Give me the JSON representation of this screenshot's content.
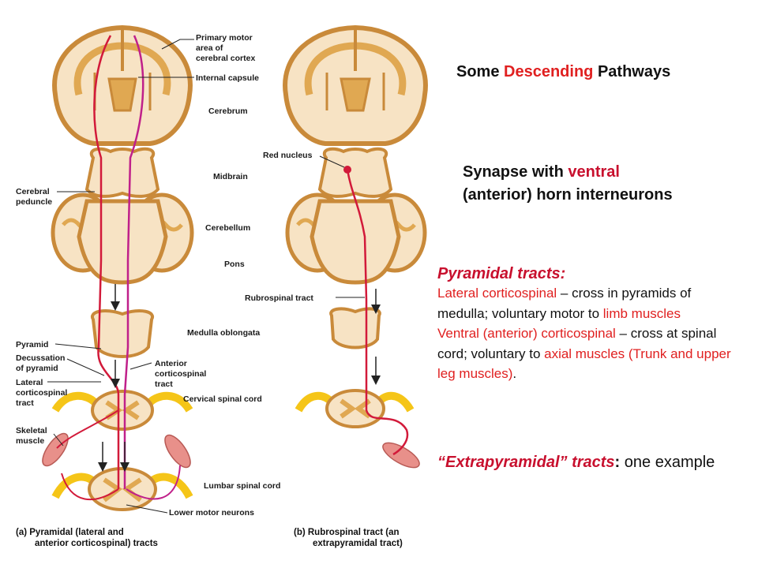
{
  "title": {
    "part1": "Some ",
    "highlight": "Descending",
    "part2": " Pathways"
  },
  "synapse": {
    "line1_prefix": "Synapse with ",
    "line1_highlight": "ventral",
    "line2": "(anterior) horn interneurons"
  },
  "pyramidal": {
    "heading": "Pyramidal tracts:",
    "lateral_name": "Lateral corticospinal",
    "lateral_desc1": " – cross in pyramids of medulla; voluntary motor to ",
    "lateral_target": "limb muscles",
    "ventral_name": "Ventral (anterior) corticospinal",
    "ventral_desc1": " – cross at spinal cord; voluntary to ",
    "ventral_target": "axial muscles (Trunk and upper leg muscles)",
    "ventral_end": "."
  },
  "extrapyramidal": {
    "heading": "“Extrapyramidal” tracts",
    "colon": ":",
    "rest": " one example"
  },
  "labels": {
    "primary_motor": [
      "Primary motor",
      "area of",
      "cerebral cortex"
    ],
    "internal_capsule": "Internal capsule",
    "cerebrum": "Cerebrum",
    "red_nucleus": "Red nucleus",
    "midbrain": "Midbrain",
    "cerebral_peduncle": [
      "Cerebral",
      "peduncle"
    ],
    "cerebellum": "Cerebellum",
    "pons": "Pons",
    "rubrospinal_tract": "Rubrospinal tract",
    "medulla": "Medulla oblongata",
    "pyramid": "Pyramid",
    "decussation": [
      "Decussation",
      "of pyramid"
    ],
    "lateral_cst": [
      "Lateral",
      "corticospinal",
      "tract"
    ],
    "anterior_cst": [
      "Anterior",
      "corticospinal",
      "tract"
    ],
    "cervical": "Cervical spinal cord",
    "skeletal_muscle": [
      "Skeletal",
      "muscle"
    ],
    "lumbar": "Lumbar spinal cord",
    "lower_motor": "Lower motor neurons"
  },
  "captions": {
    "a_line1": "(a)  Pyramidal (lateral and",
    "a_line2": "anterior corticospinal) tracts",
    "b_line1": "(b)  Rubrospinal tract (an",
    "b_line2": "extrapyramidal tract)"
  },
  "colors": {
    "brain_fill": "#f7e3c4",
    "brain_outline": "#c98a3a",
    "gray_matter": "#e0a852",
    "tract_red": "#d21a3a",
    "tract_magenta": "#c0208a",
    "nerve_yellow": "#f5c518",
    "muscle": "#e8908a",
    "text_red": "#e02020"
  }
}
